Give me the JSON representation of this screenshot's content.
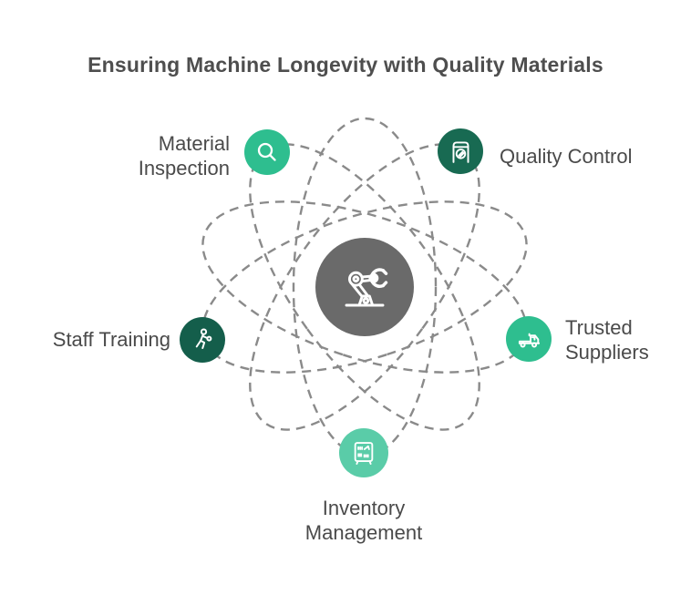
{
  "title": "Ensuring Machine Longevity with Quality Materials",
  "center": {
    "icon": "robot-arm-icon",
    "color": "#6A6A6A"
  },
  "orbit": {
    "style": "dashed",
    "color": "#8A8A8A"
  },
  "nodes": [
    {
      "id": "material-inspection",
      "label": "Material\nInspection",
      "icon": "search-icon",
      "color": "#2EBE8F"
    },
    {
      "id": "quality-control",
      "label": "Quality Control",
      "icon": "quality-gate-icon",
      "color": "#186A52"
    },
    {
      "id": "staff-training",
      "label": "Staff Training",
      "icon": "person-training-icon",
      "color": "#145E4B"
    },
    {
      "id": "trusted-suppliers",
      "label": "Trusted\nSuppliers",
      "icon": "delivery-truck-icon",
      "color": "#2EBE8F"
    },
    {
      "id": "inventory-management",
      "label": "Inventory\nManagement",
      "icon": "storage-shelf-icon",
      "color": "#5ACCA8"
    }
  ],
  "text_colors": {
    "title": "#4E4E4E",
    "labels": "#4A4A4A"
  }
}
